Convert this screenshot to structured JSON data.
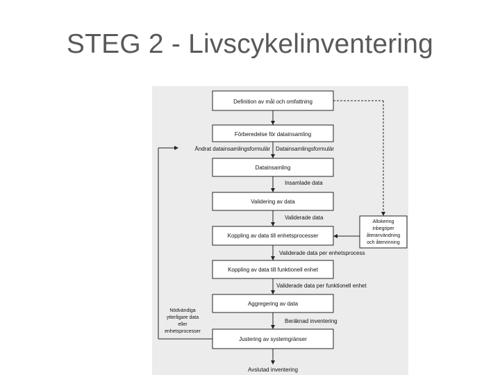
{
  "slide": {
    "title": "STEG 2 - Livscykelinventering"
  },
  "diagram": {
    "steps": {
      "definition": "Definition av mål och omfattning",
      "preparation": "Förberedelse för datainsamling",
      "collection": "Datainsamling",
      "validation": "Validering av data",
      "unit_link": "Koppling av data till enhetsprocesser",
      "functional_link": "Koppling av data till funktionell enhet",
      "aggregation": "Aggregering av data",
      "refinement": "Justering av systemgränser",
      "result": "Avslutad inventering"
    },
    "flow_labels": {
      "form": "Datainsamlingsformulär",
      "changed_form": "Ändrat datainsamlingsformulär",
      "collected": "Insamlade data",
      "validated": "Validerade data",
      "validated_per_unit": "Validerade data per enhetsprocess",
      "validated_per_functional": "Validerade data per funktionell enhet",
      "calculated": "Beräknad inventering"
    },
    "allocation_note": [
      "Allokering",
      "inbegriper",
      "återanvändning",
      "och återvinning"
    ],
    "additional_data_note": [
      "Nödvändiga",
      "ytterligare data",
      "eller",
      "enhetsprocesser"
    ]
  }
}
